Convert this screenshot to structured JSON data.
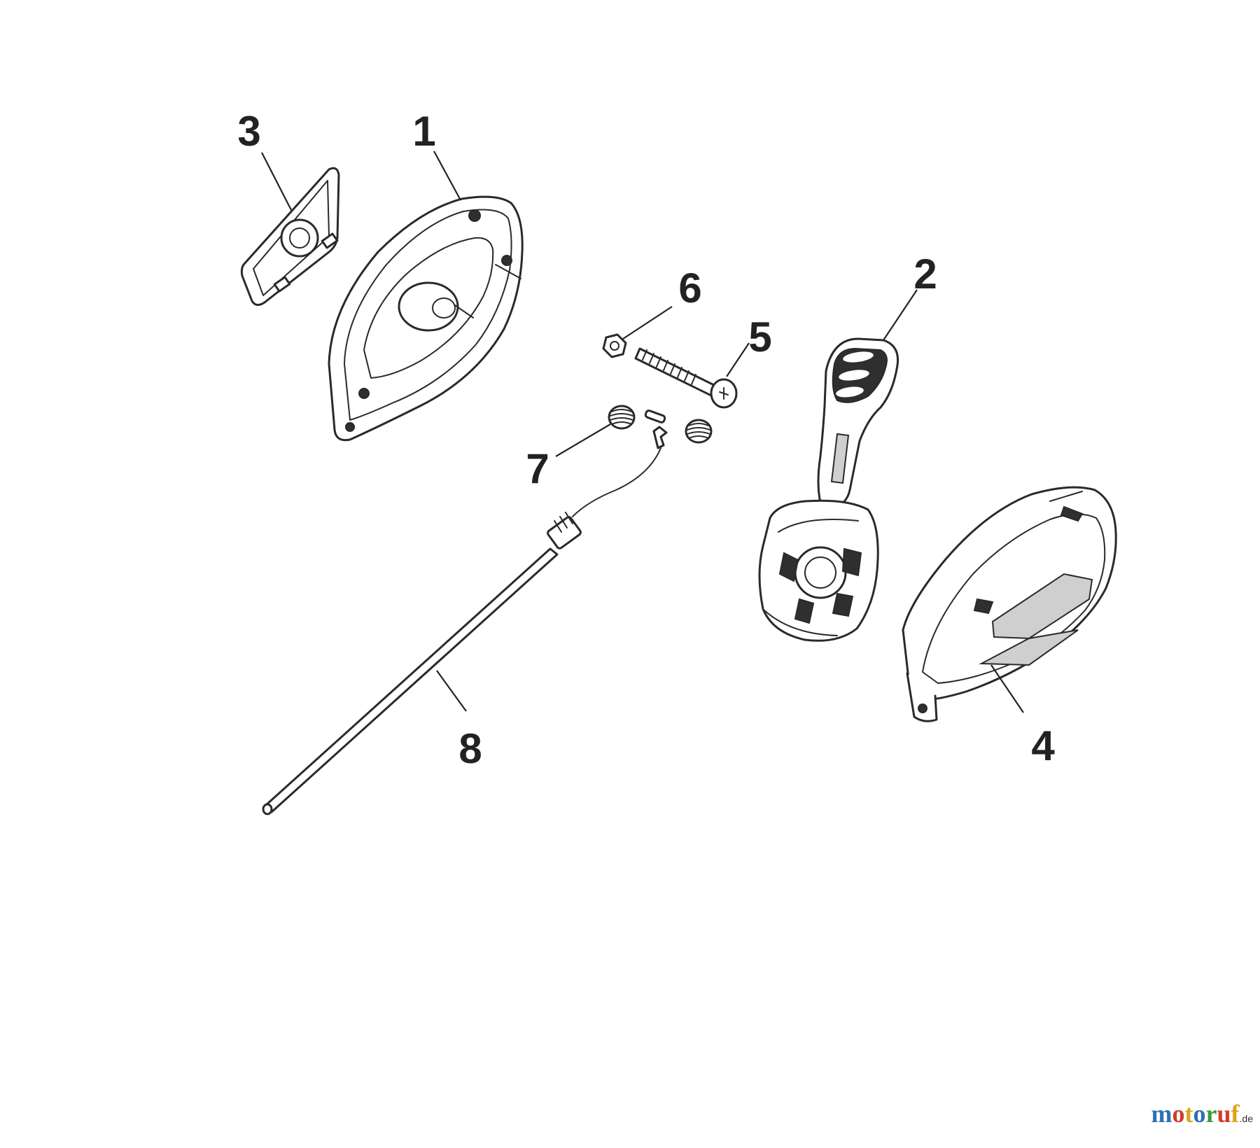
{
  "diagram": {
    "callouts": [
      {
        "id": "p1",
        "label": "1"
      },
      {
        "id": "p2",
        "label": "2"
      },
      {
        "id": "p3",
        "label": "3"
      },
      {
        "id": "p4",
        "label": "4"
      },
      {
        "id": "p5",
        "label": "5"
      },
      {
        "id": "p6",
        "label": "6"
      },
      {
        "id": "p7",
        "label": "7"
      },
      {
        "id": "p8",
        "label": "8"
      }
    ]
  },
  "watermark": {
    "letters": [
      "m",
      "o",
      "t",
      "o",
      "r",
      "u",
      "f"
    ],
    "colors": [
      "#2e6fb5",
      "#d23c2c",
      "#e0a21b",
      "#2e6fb5",
      "#3a9a3e",
      "#d23c2c",
      "#e0a21b"
    ],
    "suffix": ".de"
  }
}
